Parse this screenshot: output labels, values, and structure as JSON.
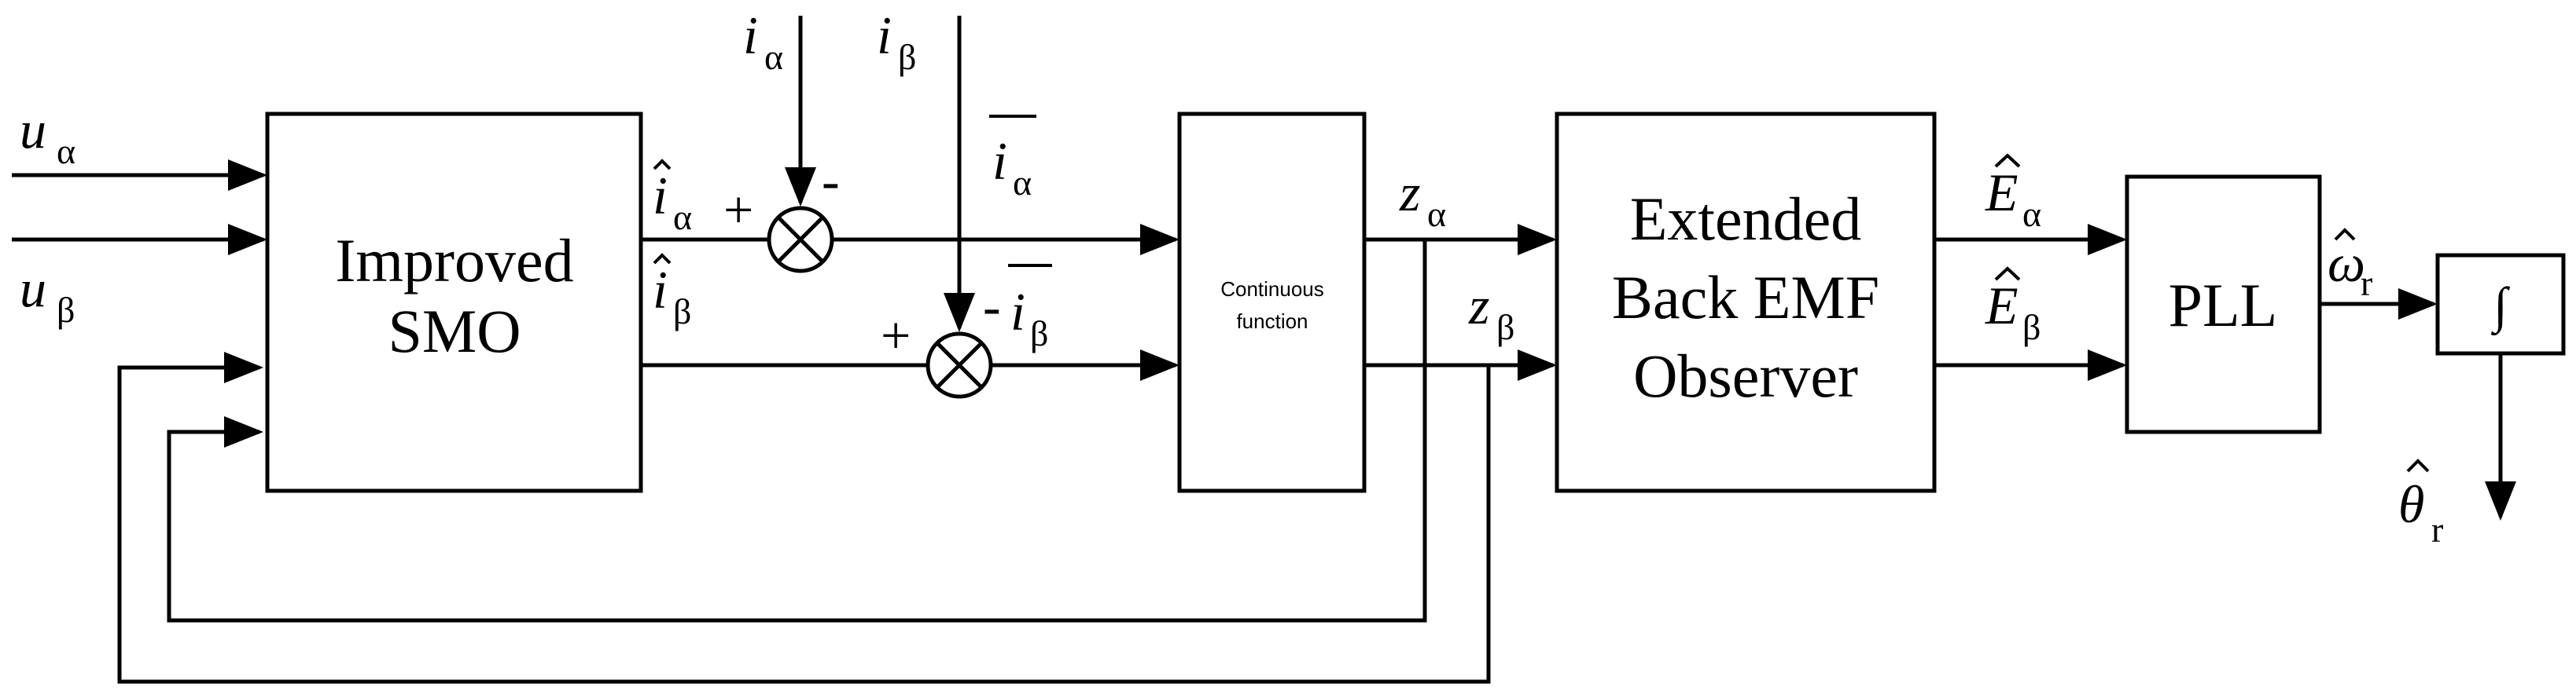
{
  "blocks": {
    "smo": {
      "line1": "Improved",
      "line2": "SMO"
    },
    "continuous": {
      "line1": "Continuous",
      "line2": "function"
    },
    "emf": {
      "line1": "Extended",
      "line2": "Back EMF",
      "line3": "Observer"
    },
    "pll": {
      "label": "PLL"
    },
    "integrator": {
      "label": "∫"
    }
  },
  "signals": {
    "u_alpha": {
      "sym": "u",
      "sub": "α"
    },
    "u_beta": {
      "sym": "u",
      "sub": "β"
    },
    "i_alpha_hat": {
      "sym": "i",
      "sub": "α"
    },
    "i_beta_hat": {
      "sym": "i",
      "sub": "β"
    },
    "i_alpha": {
      "sym": "i",
      "sub": "α"
    },
    "i_beta": {
      "sym": "i",
      "sub": "β"
    },
    "i_alpha_bar": {
      "sym": "i",
      "sub": "α"
    },
    "i_beta_bar": {
      "sym": "i",
      "sub": "β"
    },
    "z_alpha": {
      "sym": "z",
      "sub": "α"
    },
    "z_beta": {
      "sym": "z",
      "sub": "β"
    },
    "E_alpha_hat": {
      "sym": "E",
      "sub": "α"
    },
    "E_beta_hat": {
      "sym": "E",
      "sub": "β"
    },
    "omega_r_hat": {
      "sym": "ω",
      "sub": "r"
    },
    "theta_r_hat": {
      "sym": "θ",
      "sub": "r"
    }
  },
  "signs": {
    "plus": "+",
    "minus": "-"
  }
}
